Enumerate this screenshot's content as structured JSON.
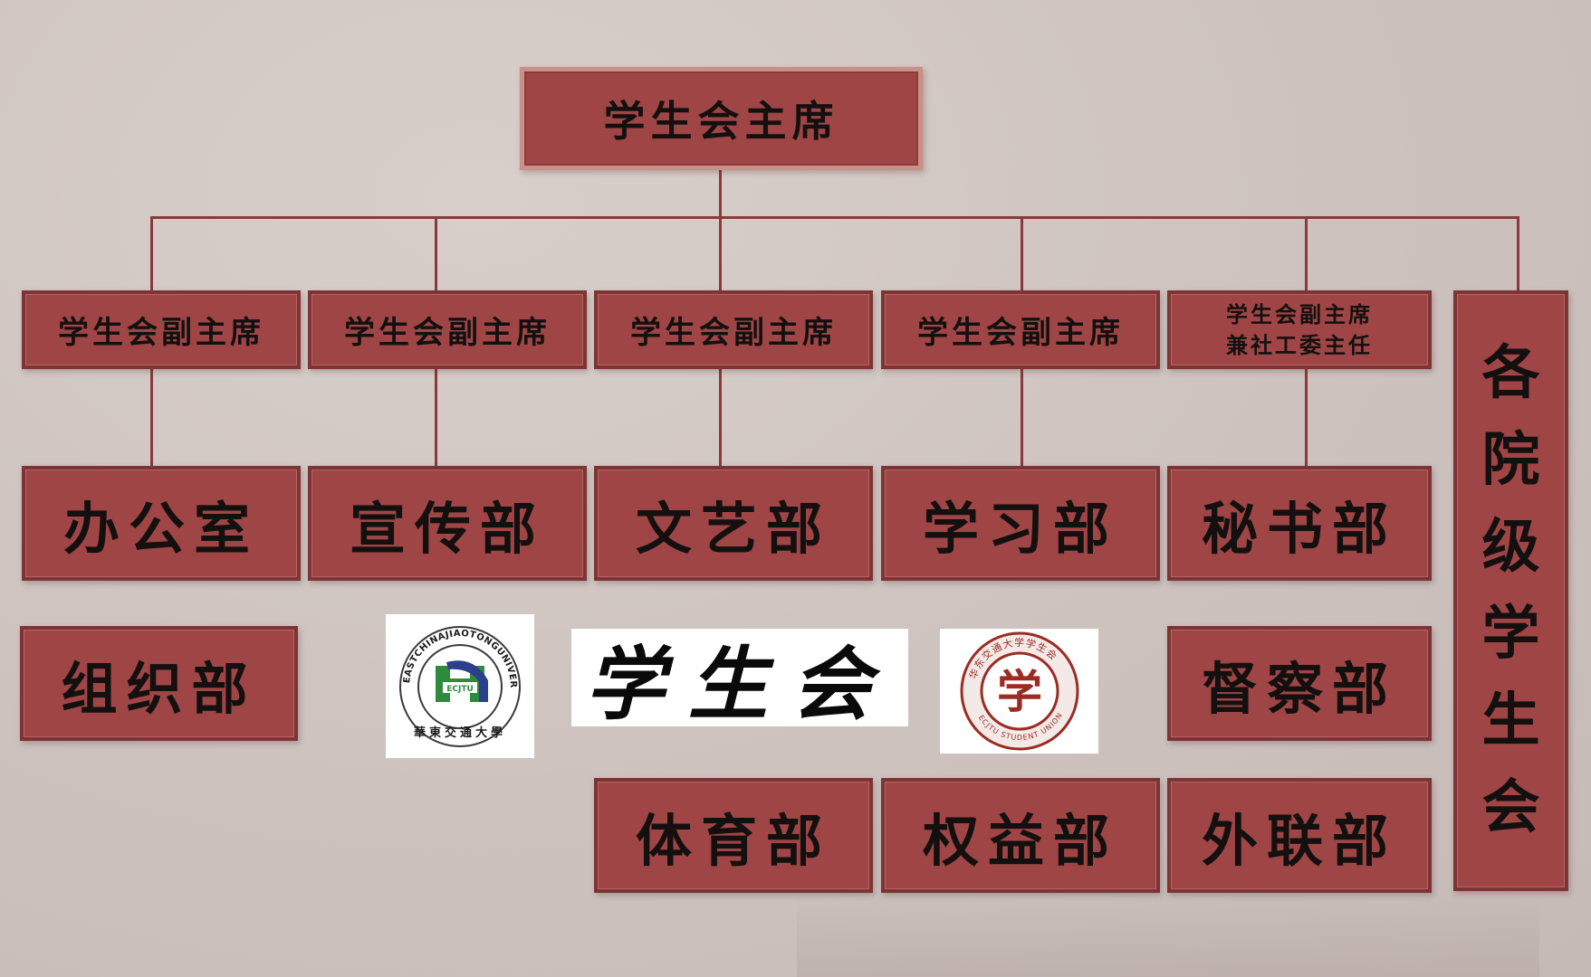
{
  "chart": {
    "top": "学生会主席",
    "vice": [
      {
        "label": "学生会副主席"
      },
      {
        "label": "学生会副主席"
      },
      {
        "label": "学生会副主席"
      },
      {
        "label": "学生会副主席"
      },
      {
        "line1": "学生会副主席",
        "line2": "兼社工委主任"
      }
    ],
    "departments": {
      "office": "办公室",
      "publicity": "宣传部",
      "arts": "文艺部",
      "study": "学习部",
      "secretary": "秘书部",
      "organization": "组织部",
      "supervision": "督察部",
      "sports": "体育部",
      "rights": "权益部",
      "liaison": "外联部"
    },
    "college_unions": [
      "各",
      "院",
      "级",
      "学",
      "生",
      "会"
    ],
    "calligraphy": "学生会",
    "logos": {
      "university_ring_text": "EASTCHINAJIAOTONGUNIVERSITY",
      "university_badge": "ECJTU",
      "university_cn": "華東交通大學",
      "union_ring_text": "华东交通大学学生会",
      "union_seal_char": "学",
      "union_en": "ECJTU STUDENT UNION"
    }
  },
  "colors": {
    "box_fill": "#9f4545",
    "box_border": "#7e3434",
    "connector": "#8a3a3a",
    "background": "#cfc4c0"
  }
}
